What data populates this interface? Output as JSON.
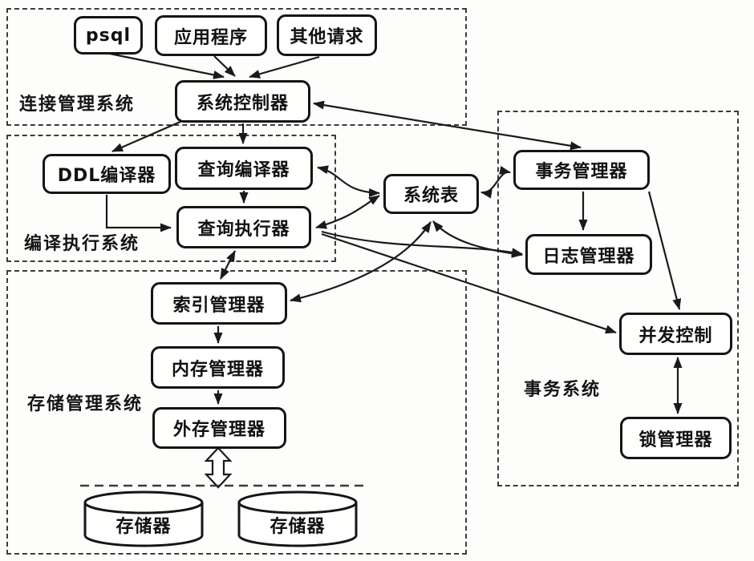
{
  "diagram": {
    "title_hint": "PostgreSQL database system architecture diagram",
    "groups": {
      "connection": {
        "label": "连接管理系统"
      },
      "compile": {
        "label": "编译执行系统"
      },
      "storage": {
        "label": "存储管理系统"
      },
      "transaction": {
        "label": "事务系统"
      }
    },
    "nodes": {
      "psql": {
        "label": "psql"
      },
      "app": {
        "label": "应用程序"
      },
      "other": {
        "label": "其他请求"
      },
      "controller": {
        "label": "系统控制器"
      },
      "ddl": {
        "label": "DDL编译器"
      },
      "qcompiler": {
        "label": "查询编译器"
      },
      "qexecutor": {
        "label": "查询执行器"
      },
      "systable": {
        "label": "系统表"
      },
      "txmgr": {
        "label": "事务管理器"
      },
      "logmgr": {
        "label": "日志管理器"
      },
      "indexmgr": {
        "label": "索引管理器"
      },
      "memmgr": {
        "label": "内存管理器"
      },
      "extmgr": {
        "label": "外存管理器"
      },
      "concurrency": {
        "label": "并发控制"
      },
      "lockmgr": {
        "label": "锁管理器"
      },
      "storage1": {
        "label": "存储器"
      },
      "storage2": {
        "label": "存储器"
      }
    },
    "edges": [
      {
        "from": "psql",
        "to": "系统控制器",
        "bidirectional": false
      },
      {
        "from": "应用程序",
        "to": "系统控制器",
        "bidirectional": false
      },
      {
        "from": "其他请求",
        "to": "系统控制器",
        "bidirectional": false
      },
      {
        "from": "系统控制器",
        "to": "DDL编译器",
        "bidirectional": false
      },
      {
        "from": "系统控制器",
        "to": "查询编译器",
        "bidirectional": false
      },
      {
        "from": "系统控制器",
        "to": "事务管理器",
        "bidirectional": true
      },
      {
        "from": "DDL编译器",
        "to": "查询执行器",
        "bidirectional": false
      },
      {
        "from": "查询编译器",
        "to": "查询执行器",
        "bidirectional": false
      },
      {
        "from": "查询编译器",
        "to": "系统表",
        "bidirectional": true
      },
      {
        "from": "查询执行器",
        "to": "系统表",
        "bidirectional": true
      },
      {
        "from": "查询执行器",
        "to": "索引管理器",
        "bidirectional": true
      },
      {
        "from": "查询执行器",
        "to": "日志管理器",
        "bidirectional": false
      },
      {
        "from": "查询执行器",
        "to": "并发控制",
        "bidirectional": false
      },
      {
        "from": "索引管理器",
        "to": "系统表",
        "bidirectional": true
      },
      {
        "from": "系统表",
        "to": "日志管理器",
        "bidirectional": true
      },
      {
        "from": "事务管理器",
        "to": "日志管理器",
        "bidirectional": false
      },
      {
        "from": "事务管理器",
        "to": "并发控制",
        "bidirectional": false
      },
      {
        "from": "系统表",
        "to": "事务管理器",
        "bidirectional": true
      },
      {
        "from": "并发控制",
        "to": "锁管理器",
        "bidirectional": true
      },
      {
        "from": "索引管理器",
        "to": "内存管理器",
        "bidirectional": false
      },
      {
        "from": "内存管理器",
        "to": "外存管理器",
        "bidirectional": false
      },
      {
        "from": "外存管理器",
        "to": "存储器",
        "bidirectional": true,
        "style": "hollow-double-arrow"
      }
    ],
    "colors": {
      "line": "#1a1a1a",
      "node_fill": "#fffffe",
      "background": "#fdfdfb"
    }
  }
}
